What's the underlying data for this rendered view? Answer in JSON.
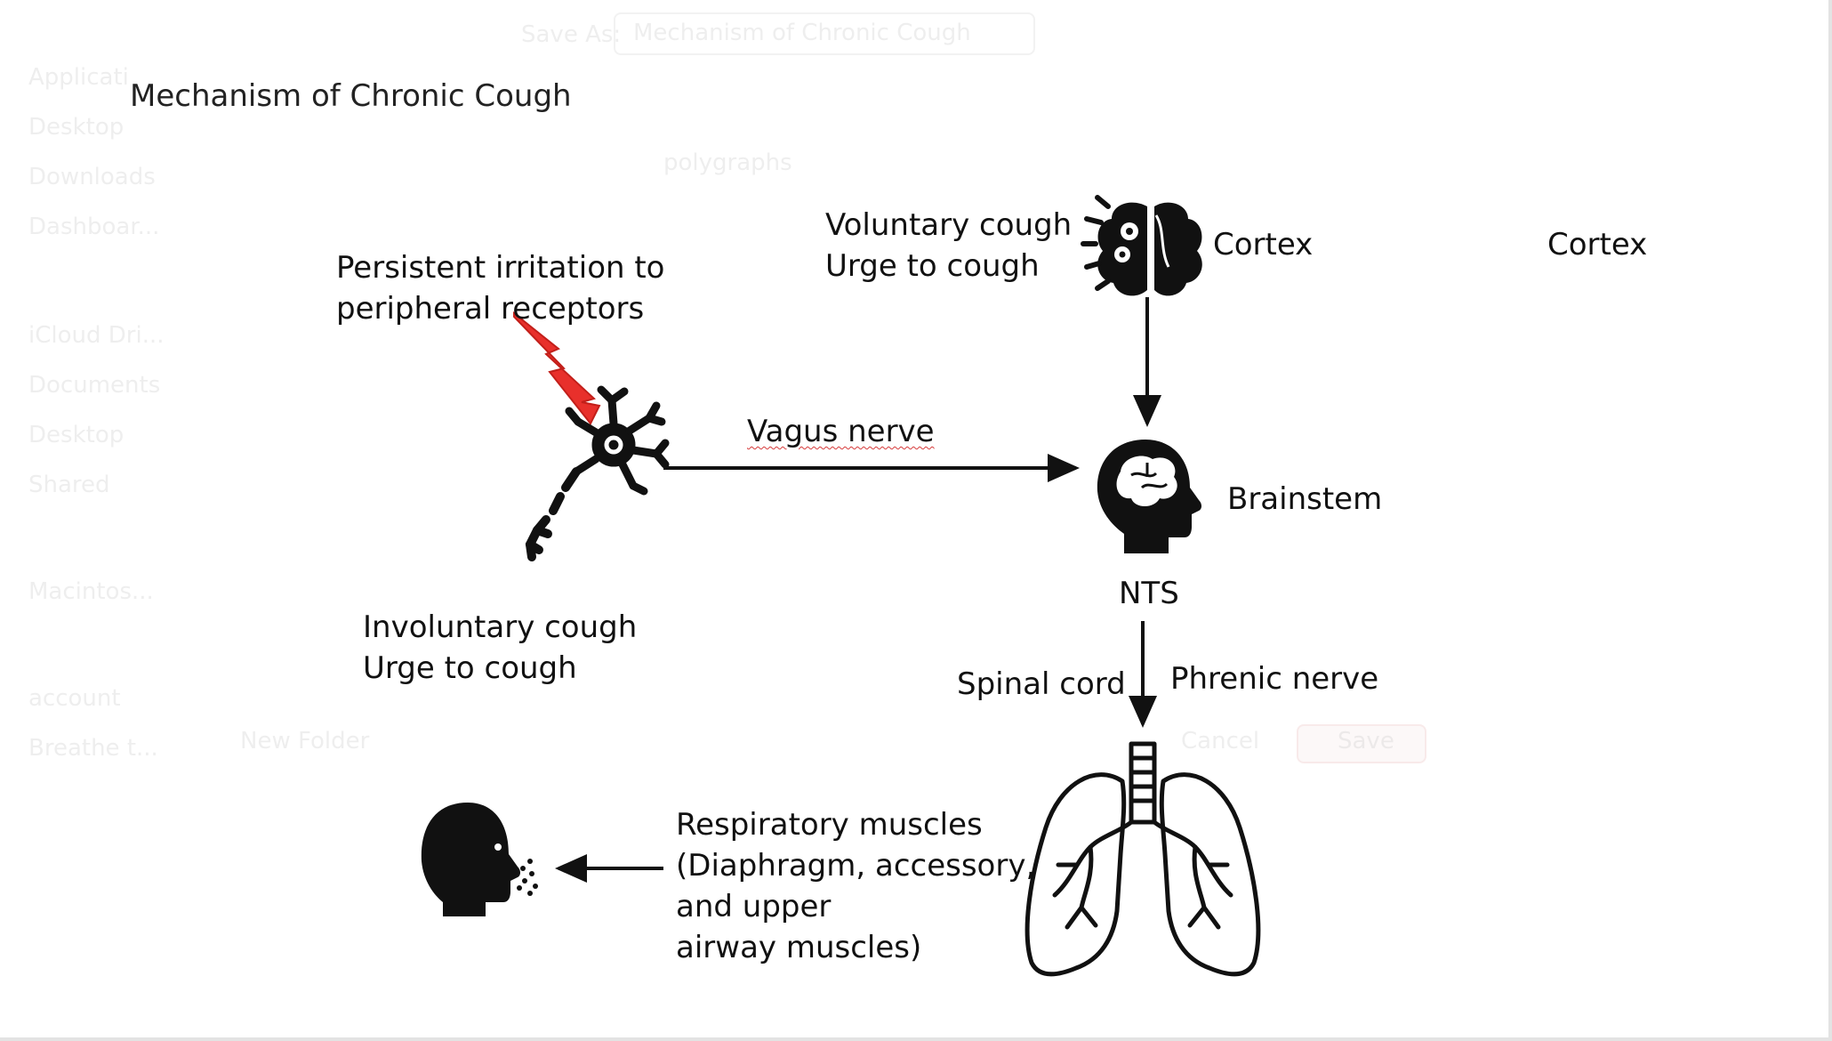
{
  "title": "Mechanism of Chronic Cough",
  "ghost_dialog": {
    "save_as_label": "Save As:",
    "filename_value": "Mechanism of Chronic Cough",
    "folder": "polygraphs",
    "new_folder": "New Folder",
    "cancel": "Cancel",
    "save": "Save",
    "sidebar_items": [
      "Applicati...",
      "Desktop",
      "Downloads",
      "Dashboar...",
      "iCloud Dri...",
      "Documents",
      "Desktop",
      "Shared",
      "Macintos...",
      "account",
      "Breathe t..."
    ]
  },
  "labels": {
    "irritation_line1": "Persistent irritation to",
    "irritation_line2": "peripheral receptors",
    "voluntary_line1": "Voluntary cough",
    "voluntary_line2": "Urge to cough",
    "cortex": "Cortex",
    "cortex_extra": "Cortex",
    "vagus": "Vagus nerve",
    "brainstem": "Brainstem",
    "nts": "NTS",
    "involuntary_line1": "Involuntary cough",
    "involuntary_line2": "Urge to cough",
    "spinal": "Spinal cord",
    "phrenic": "Phrenic nerve",
    "resp_line1": "Respiratory muscles",
    "resp_line2": "(Diaphragm, accessory,",
    "resp_line3": "and upper",
    "resp_line4": "airway muscles)"
  },
  "icons": [
    "neuron-icon",
    "lightning-icon",
    "brain-gears-icon",
    "head-brain-icon",
    "lungs-icon",
    "coughing-head-icon"
  ],
  "colors": {
    "lightning": "#e8302b",
    "ink": "#111111"
  }
}
